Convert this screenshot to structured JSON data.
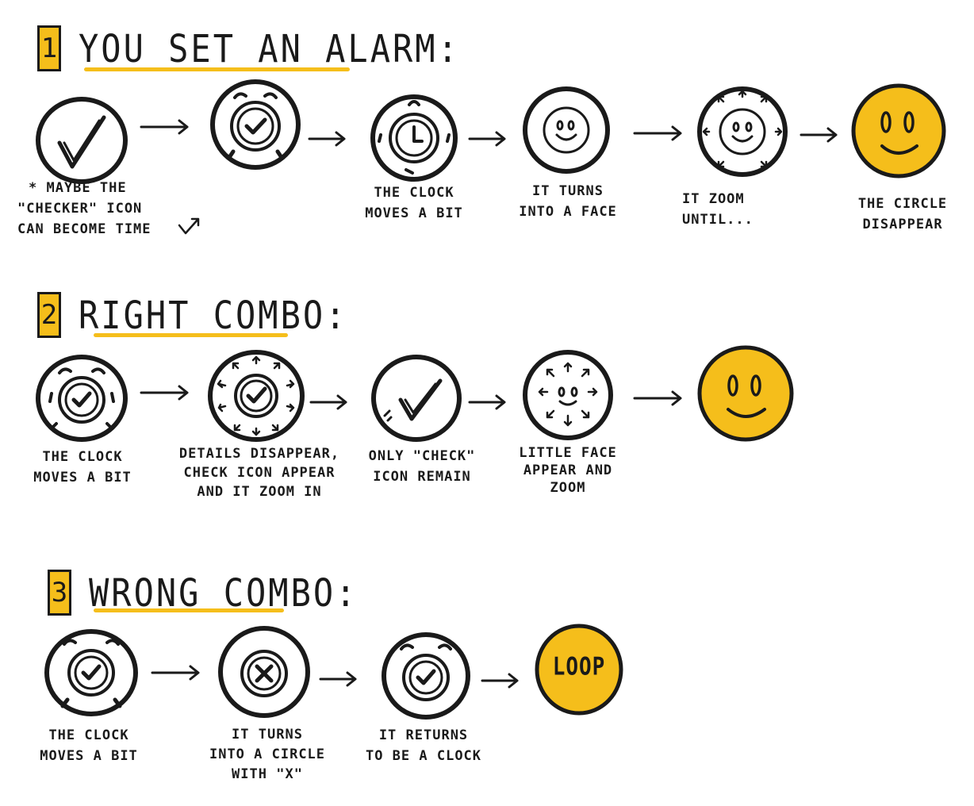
{
  "sections": [
    {
      "number": "1",
      "title": "YOU SET AN ALARM:",
      "steps": [
        {
          "icon": "check-circle-icon",
          "caption": [
            "* MAYBE THE",
            "\"CHECKER\" ICON",
            "CAN BECOME TIME"
          ]
        },
        {
          "icon": "alarm-clock-check-icon",
          "caption": []
        },
        {
          "icon": "alarm-clock-icon",
          "caption": [
            "THE CLOCK",
            "MOVES A BIT"
          ]
        },
        {
          "icon": "smiley-face-circle-icon",
          "caption": [
            "IT TURNS",
            "INTO A FACE"
          ]
        },
        {
          "icon": "zooming-face-icon",
          "caption": [
            "IT ZOOM",
            "UNTIL..."
          ]
        },
        {
          "icon": "yellow-smiley-icon",
          "caption": [
            "THE CIRCLE",
            "DISAPPEAR"
          ]
        }
      ]
    },
    {
      "number": "2",
      "title": "RIGHT COMBO:",
      "steps": [
        {
          "icon": "alarm-clock-check-icon",
          "caption": [
            "THE CLOCK",
            "MOVES A BIT"
          ]
        },
        {
          "icon": "zooming-check-icon",
          "caption": [
            "DETAILS DISAPPEAR,",
            "CHECK ICON APPEAR",
            "AND IT ZOOM IN"
          ]
        },
        {
          "icon": "check-circle-icon",
          "caption": [
            "ONLY \"CHECK\"",
            "ICON REMAIN"
          ]
        },
        {
          "icon": "zooming-face-icon",
          "caption": [
            "LITTLE FACE",
            "APPEAR AND",
            "ZOOM"
          ]
        },
        {
          "icon": "yellow-smiley-icon",
          "caption": []
        }
      ]
    },
    {
      "number": "3",
      "title": "WRONG COMBO:",
      "steps": [
        {
          "icon": "alarm-clock-check-icon",
          "caption": [
            "THE CLOCK",
            "MOVES A BIT"
          ]
        },
        {
          "icon": "x-circle-icon",
          "caption": [
            "IT TURNS",
            "INTO A CIRCLE",
            "WITH \"X\""
          ]
        },
        {
          "icon": "alarm-clock-check-icon",
          "caption": [
            "IT RETURNS",
            "TO BE A CLOCK"
          ]
        },
        {
          "icon": "loop-badge-icon",
          "label": "LOOP",
          "caption": []
        }
      ]
    }
  ],
  "colors": {
    "accent": "#f5be1b",
    "ink": "#1a1a1a",
    "background": "#ffffff"
  }
}
